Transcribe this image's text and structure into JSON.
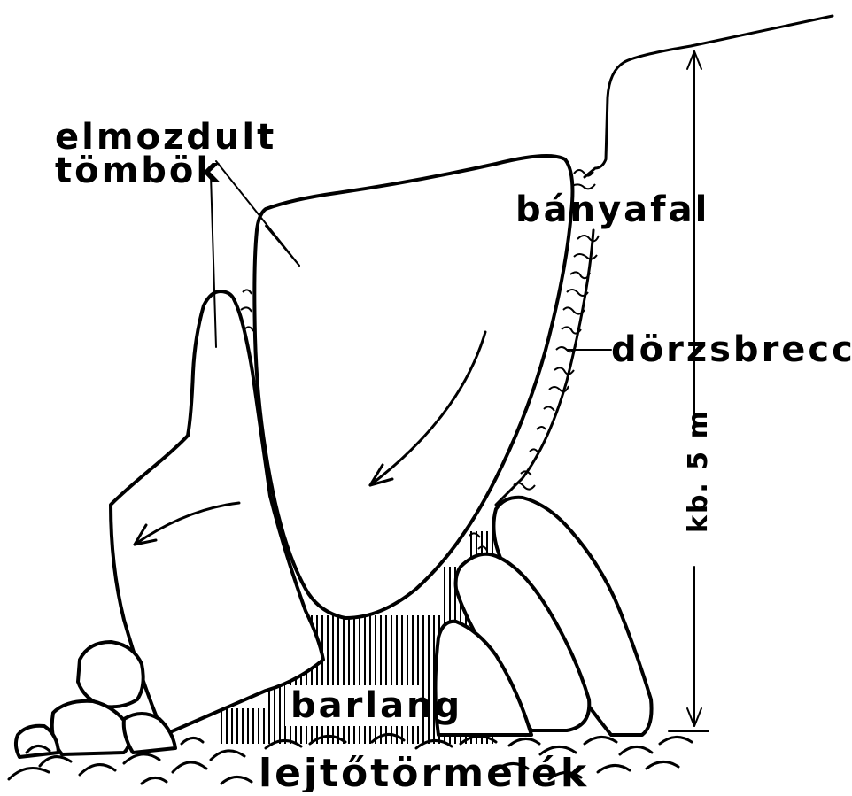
{
  "labels": {
    "displaced_blocks_line1": "elmozdult",
    "displaced_blocks_line2": "tömbök",
    "quarry_wall": "bányafal",
    "fault_breccia": "dörzsbreccsa",
    "scale": "kb. 5 m",
    "cave": "barlang",
    "scree": "lejtőtörmelék"
  },
  "colors": {
    "ink": "#000000",
    "paper": "#ffffff"
  }
}
